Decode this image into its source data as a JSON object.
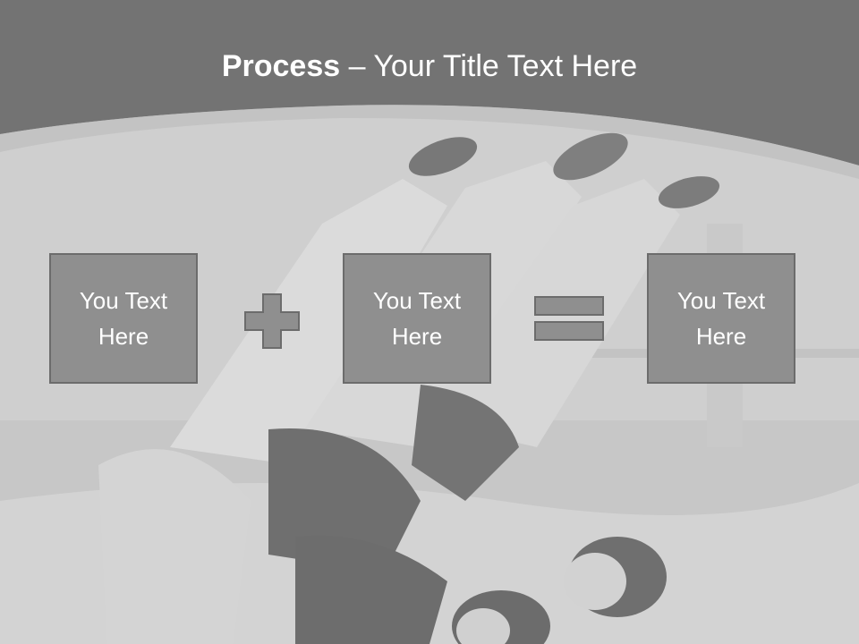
{
  "title": {
    "bold": "Process",
    "dash": " – ",
    "rest": "Your Title Text Here"
  },
  "process": {
    "box1": "You Text Here",
    "box2": "You Text Here",
    "box3": "You Text Here",
    "operator1": "plus-icon",
    "operator2": "equals-icon"
  },
  "colors": {
    "header": "#707070",
    "box_fill": "#8f8f8f",
    "box_border": "#6c6c6c",
    "text": "#ffffff"
  }
}
